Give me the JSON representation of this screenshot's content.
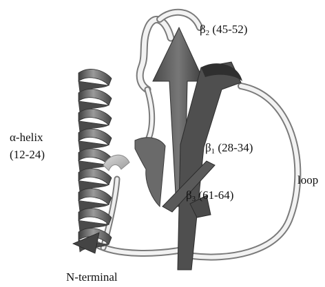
{
  "labels": {
    "beta2": {
      "symbol": "β",
      "subscript": "2",
      "range": "(45-52)"
    },
    "beta1": {
      "symbol": "β",
      "subscript": "1",
      "range": "(28-34)"
    },
    "beta3": {
      "symbol": "β",
      "subscript": "3",
      "range": "(61-64)"
    },
    "helix": {
      "name": "α-helix",
      "range": "(12-24)"
    },
    "loop": "loop",
    "n_terminal": "N-terminal"
  },
  "colors": {
    "strand": "#5f5f5f",
    "strand_dark": "#3e3e3e",
    "helix_light": "#c8c8c8",
    "helix_dark": "#505050",
    "coil": "#f2f2f2",
    "coil_edge": "#7a7a7a",
    "text": "#111111"
  }
}
